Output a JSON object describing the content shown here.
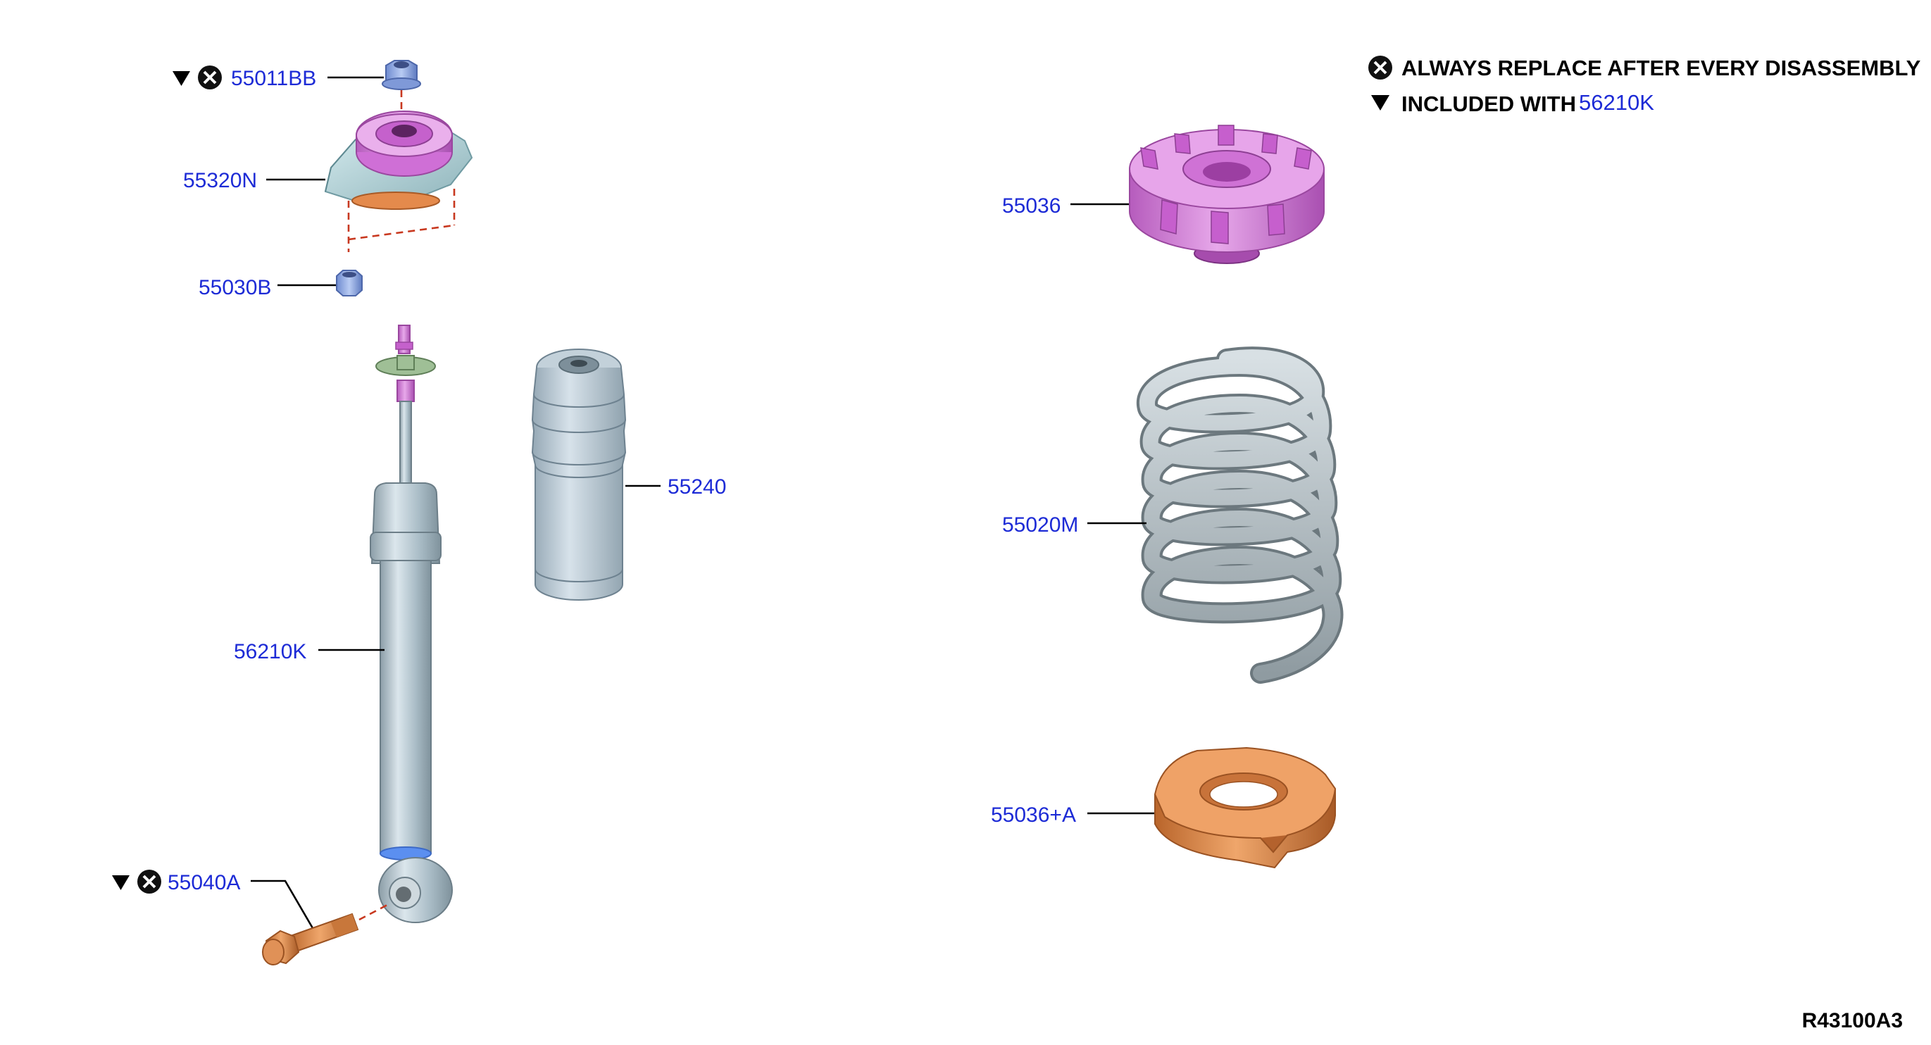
{
  "diagram": {
    "reference_code": "R43100A3",
    "legend": {
      "replace_text": "ALWAYS REPLACE AFTER EVERY DISASSEMBLY",
      "included_text": "INCLUDED WITH",
      "included_part": "56210K"
    },
    "parts": {
      "p55011BB": "55011BB",
      "p55320N": "55320N",
      "p55030B": "55030B",
      "p55240": "55240",
      "p56210K": "56210K",
      "p55040A": "55040A",
      "p55036": "55036",
      "p55020M": "55020M",
      "p55036A": "55036+A"
    },
    "colors": {
      "callout": "#1d2bd6",
      "dash": "#c8381f",
      "mount": "#a9c9cf",
      "purple": "#d27ad8",
      "copper": "#d9823f",
      "steel": "#a8bcc6"
    }
  }
}
